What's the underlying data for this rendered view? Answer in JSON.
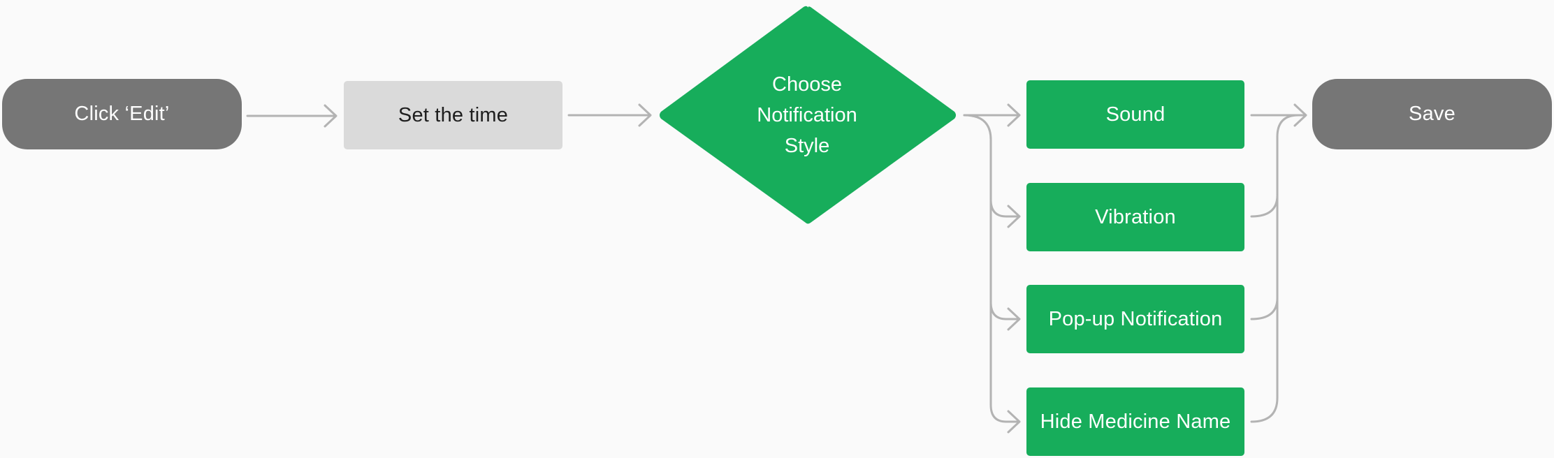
{
  "diagram": {
    "colors": {
      "background": "#fafafa",
      "terminal": "#767676",
      "process": "#dadada",
      "decision": "#17ad5b",
      "option": "#17ad5b",
      "connector": "#b3b3b3"
    },
    "nodes": {
      "start": {
        "label": "Click ‘Edit’",
        "shape": "rounded-terminal"
      },
      "set_time": {
        "label": "Set the time",
        "shape": "rectangle"
      },
      "choose_style": {
        "label": "Choose\nNotification\nStyle",
        "shape": "diamond"
      },
      "options": [
        {
          "label": "Sound"
        },
        {
          "label": "Vibration"
        },
        {
          "label": "Pop-up Notification"
        },
        {
          "label": "Hide Medicine Name"
        }
      ],
      "end": {
        "label": "Save",
        "shape": "rounded-terminal"
      }
    },
    "edges": [
      {
        "from": "start",
        "to": "set_time"
      },
      {
        "from": "set_time",
        "to": "choose_style"
      },
      {
        "from": "choose_style",
        "to": "options.0"
      },
      {
        "from": "choose_style",
        "to": "options.1"
      },
      {
        "from": "choose_style",
        "to": "options.2"
      },
      {
        "from": "choose_style",
        "to": "options.3"
      },
      {
        "from": "options.0",
        "to": "end"
      },
      {
        "from": "options.1",
        "to": "end"
      },
      {
        "from": "options.2",
        "to": "end"
      },
      {
        "from": "options.3",
        "to": "end"
      }
    ]
  }
}
